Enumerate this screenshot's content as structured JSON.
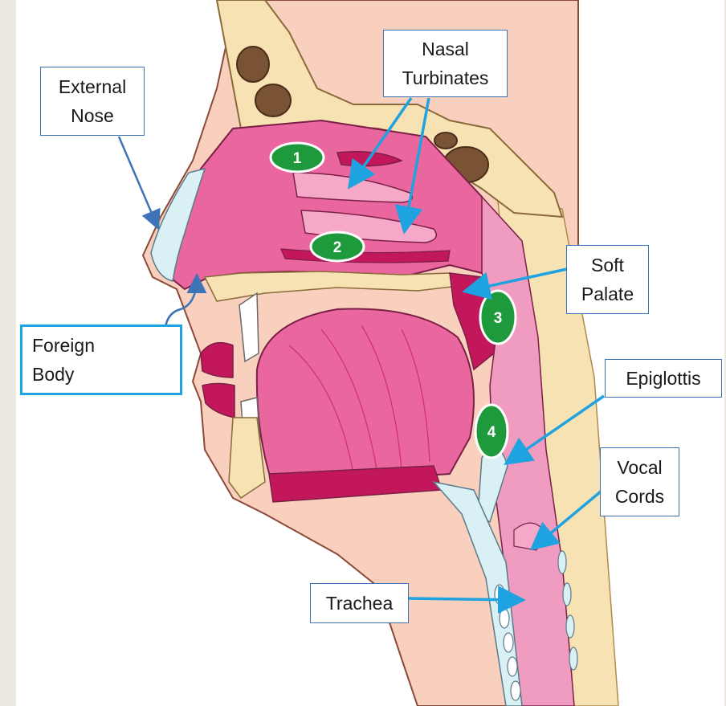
{
  "labels": {
    "external_nose": [
      "External",
      "Nose"
    ],
    "nasal_turbinates": [
      "Nasal",
      "Turbinates"
    ],
    "soft_palate": [
      "Soft",
      "Palate"
    ],
    "foreign_body": [
      "Foreign",
      "Body"
    ],
    "epiglottis": [
      "Epiglottis"
    ],
    "vocal_cords": [
      "Vocal",
      "Cords"
    ],
    "trachea": [
      "Trachea"
    ]
  },
  "markers": [
    "1",
    "2",
    "3",
    "4"
  ],
  "colors": {
    "arrow": "#1fa3e0",
    "box_border": "#3d73b7",
    "marker_fill": "#1e9a3c",
    "marker_stroke": "#ffffff",
    "tissue_pink": "#e9669f",
    "tissue_dark": "#c2185b",
    "bone": "#f6e2b3",
    "skin": "#f8d0bd"
  }
}
